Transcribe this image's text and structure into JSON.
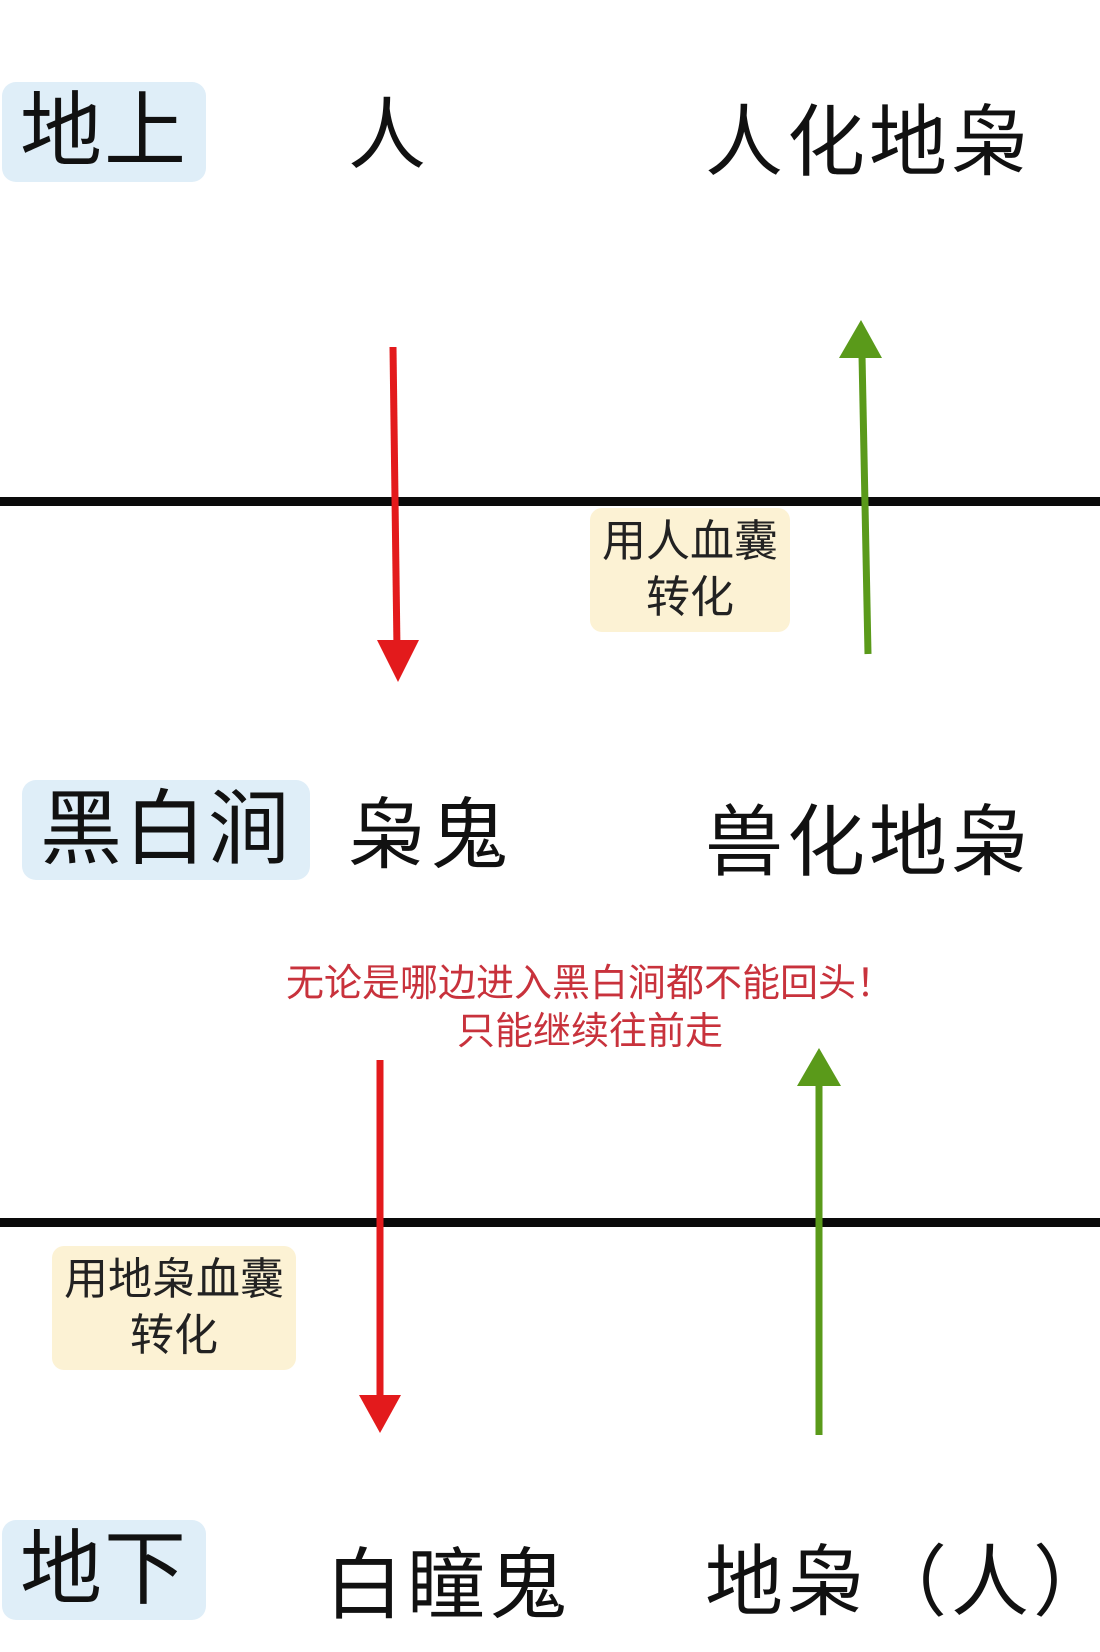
{
  "tiers": {
    "ground": "地上",
    "cave": "黑白涧",
    "underground": "地下"
  },
  "nodes": {
    "ground_left": "人",
    "ground_right": "人化地枭",
    "cave_left": "枭鬼",
    "cave_right": "兽化地枭",
    "underground_left": "白瞳鬼",
    "underground_right": "地枭（人）"
  },
  "notes": {
    "upper_line1": "用人血囊",
    "upper_line2": "转化",
    "lower_line1": "用地枭血囊",
    "lower_line2": "转化"
  },
  "warning": {
    "line1": "无论是哪边进入黑白涧都不能回头！",
    "line2": "只能继续往前走"
  },
  "colors": {
    "down_arrow": "#e31a1c",
    "up_arrow": "#5a9a1a",
    "tier_label_bg": "#dfeef8",
    "note_bg": "#fcf2d4",
    "warning_text": "#c8323c"
  }
}
